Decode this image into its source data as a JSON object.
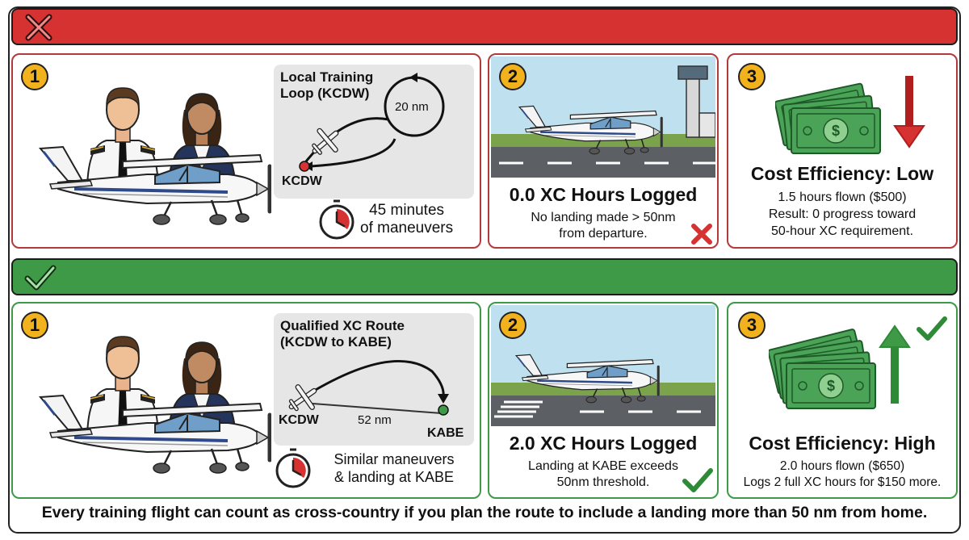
{
  "colors": {
    "bad_red": "#d63232",
    "good_green": "#3e9a46",
    "badge_yellow": "#f2b21e",
    "money_green": "#3a9a4a"
  },
  "top_row": {
    "banner_icon": "x-icon",
    "step1": {
      "number": "1",
      "route_title_line1": "Local Training",
      "route_title_line2": "Loop (KCDW)",
      "loop_distance": "20 nm",
      "origin": "KCDW",
      "time_line1": "45 minutes",
      "time_line2": "of maneuvers"
    },
    "step2": {
      "number": "2",
      "heading": "0.0 XC Hours Logged",
      "detail_line1": "No landing made > 50nm",
      "detail_line2": "from departure."
    },
    "step3": {
      "number": "3",
      "heading": "Cost Efficiency: Low",
      "line1": "1.5 hours flown ($500)",
      "line2": "Result: 0 progress toward",
      "line3": "50-hour XC requirement."
    }
  },
  "bottom_row": {
    "banner_icon": "checkmark-icon",
    "step1": {
      "number": "1",
      "route_title_line1": "Qualified XC Route",
      "route_title_line2": "(KCDW to KABE)",
      "origin": "KCDW",
      "destination": "KABE",
      "distance": "52 nm",
      "time_line1": "Similar maneuvers",
      "time_line2": "& landing at KABE"
    },
    "step2": {
      "number": "2",
      "heading": "2.0 XC Hours Logged",
      "detail_line1": "Landing at KABE exceeds",
      "detail_line2": "50nm threshold."
    },
    "step3": {
      "number": "3",
      "heading": "Cost Efficiency: High",
      "line1": "2.0 hours flown ($650)",
      "line2": "Logs 2 full XC hours for $150 more."
    }
  },
  "footer": "Every training flight can count as cross-country if you plan the route to include a landing more than 50 nm from home."
}
